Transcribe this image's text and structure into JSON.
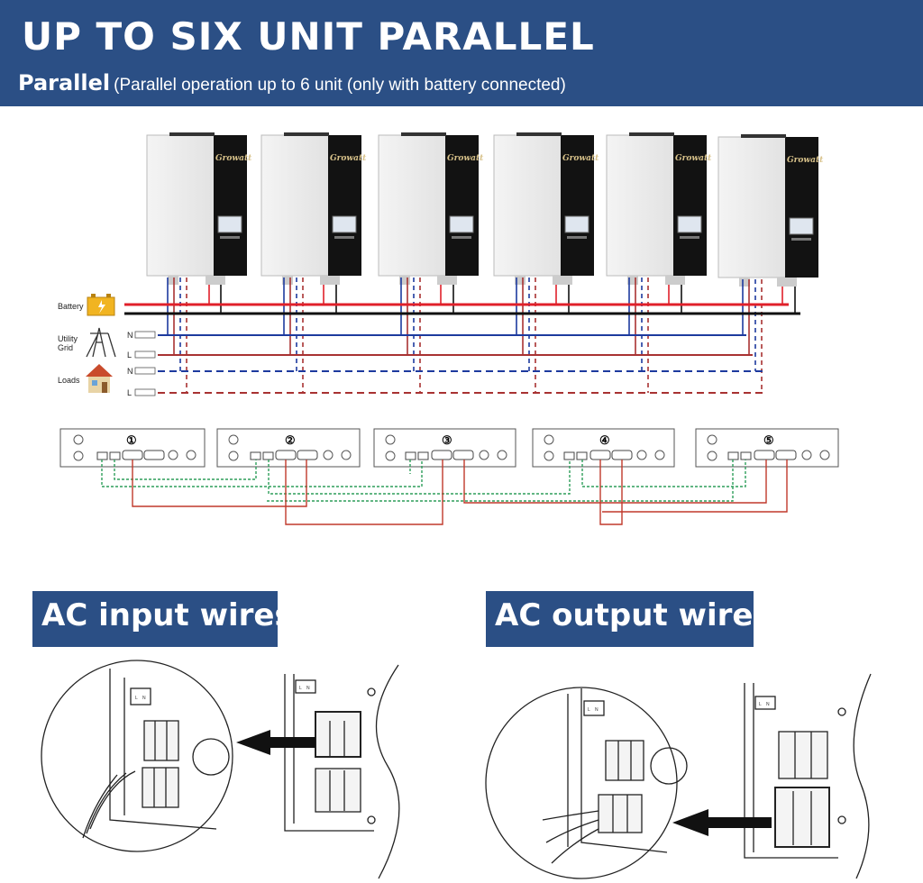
{
  "header": {
    "title": "UP TO SIX UNIT PARALLEL",
    "subtitle_strong": "Parallel",
    "subtitle_light": "(Parallel operation up to 6 unit (only with battery connected)"
  },
  "inverters": {
    "brand": "Growatt",
    "count": 6
  },
  "side_labels": {
    "battery": "Battery",
    "utility_line1": "Utility",
    "utility_line2": "Grid",
    "loads": "Loads",
    "n": "N",
    "l": "L"
  },
  "parallel_boards": [
    "①",
    "②",
    "③",
    "④",
    "⑤"
  ],
  "wiring_sections": {
    "input_label": "AC input wires",
    "output_label": "AC output wires",
    "terminal_l": "L",
    "terminal_n": "N"
  },
  "colors": {
    "banner": "#2b4f85",
    "battery_pos": "#e0202a",
    "battery_neg": "#111111",
    "neutral": "#1d3a9e",
    "line": "#a83232",
    "comm_green": "#2e9e5a",
    "comm_red": "#c0392b"
  },
  "icons": [
    "battery-icon",
    "utility-tower-icon",
    "house-icon",
    "arrow-icon"
  ]
}
